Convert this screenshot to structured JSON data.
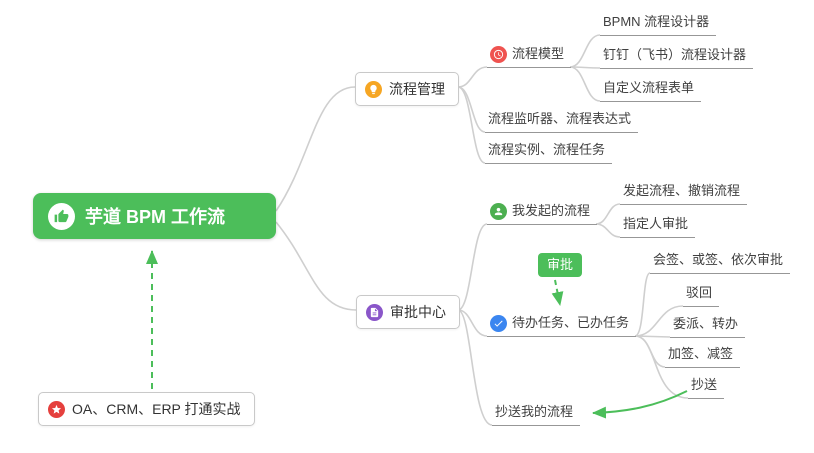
{
  "mindmap": {
    "root": {
      "label": "芋道 BPM 工作流",
      "icon": "thumbs-up-icon",
      "color": "#4cbe5a"
    },
    "process_management": {
      "label": "流程管理",
      "icon": "lightbulb-icon",
      "icon_color": "#f6a623"
    },
    "process_model": {
      "label": "流程模型",
      "icon": "clock-icon",
      "icon_color": "#ef5350"
    },
    "bpmn_designer": {
      "label": "BPMN 流程设计器"
    },
    "dingtalk_designer": {
      "label": "钉钉（飞书）流程设计器"
    },
    "custom_form": {
      "label": "自定义流程表单"
    },
    "listener_expression": {
      "label": "流程监听器、流程表达式"
    },
    "instance_task": {
      "label": "流程实例、流程任务"
    },
    "approval_center": {
      "label": "审批中心",
      "icon": "document-icon",
      "icon_color": "#8a56c9"
    },
    "my_initiated": {
      "label": "我发起的流程",
      "icon": "user-icon",
      "icon_color": "#4caf50"
    },
    "initiate_cancel": {
      "label": "发起流程、撤销流程"
    },
    "assignee_approval": {
      "label": "指定人审批"
    },
    "approval_badge": {
      "label": "审批",
      "color": "#4cbe5a"
    },
    "todo_done": {
      "label": "待办任务、已办任务",
      "icon": "check-icon",
      "icon_color": "#3b86f0"
    },
    "countersign": {
      "label": "会签、或签、依次审批"
    },
    "reject": {
      "label": "驳回"
    },
    "delegate": {
      "label": "委派、转办"
    },
    "add_reduce_sign": {
      "label": "加签、减签"
    },
    "cc": {
      "label": "抄送"
    },
    "cc_my_process": {
      "label": "抄送我的流程"
    },
    "oa_note": {
      "label": "OA、CRM、ERP 打通实战",
      "icon": "star-icon",
      "icon_color": "#e5403d"
    },
    "colors": {
      "connector": "#cfcfcf",
      "underline": "#979797",
      "arrow_green": "#4cbe5a"
    }
  }
}
